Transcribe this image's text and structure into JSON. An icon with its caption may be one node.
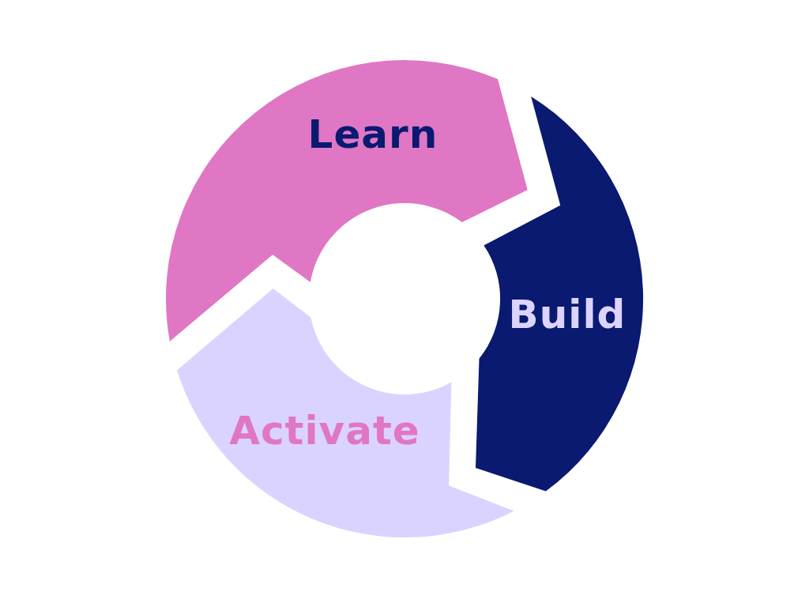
{
  "diagram": {
    "nodes": [
      {
        "text": [
          "Learn"
        ]
      },
      {
        "text": [
          "Build"
        ]
      },
      {
        "text": [
          "Activate"
        ]
      }
    ]
  }
}
